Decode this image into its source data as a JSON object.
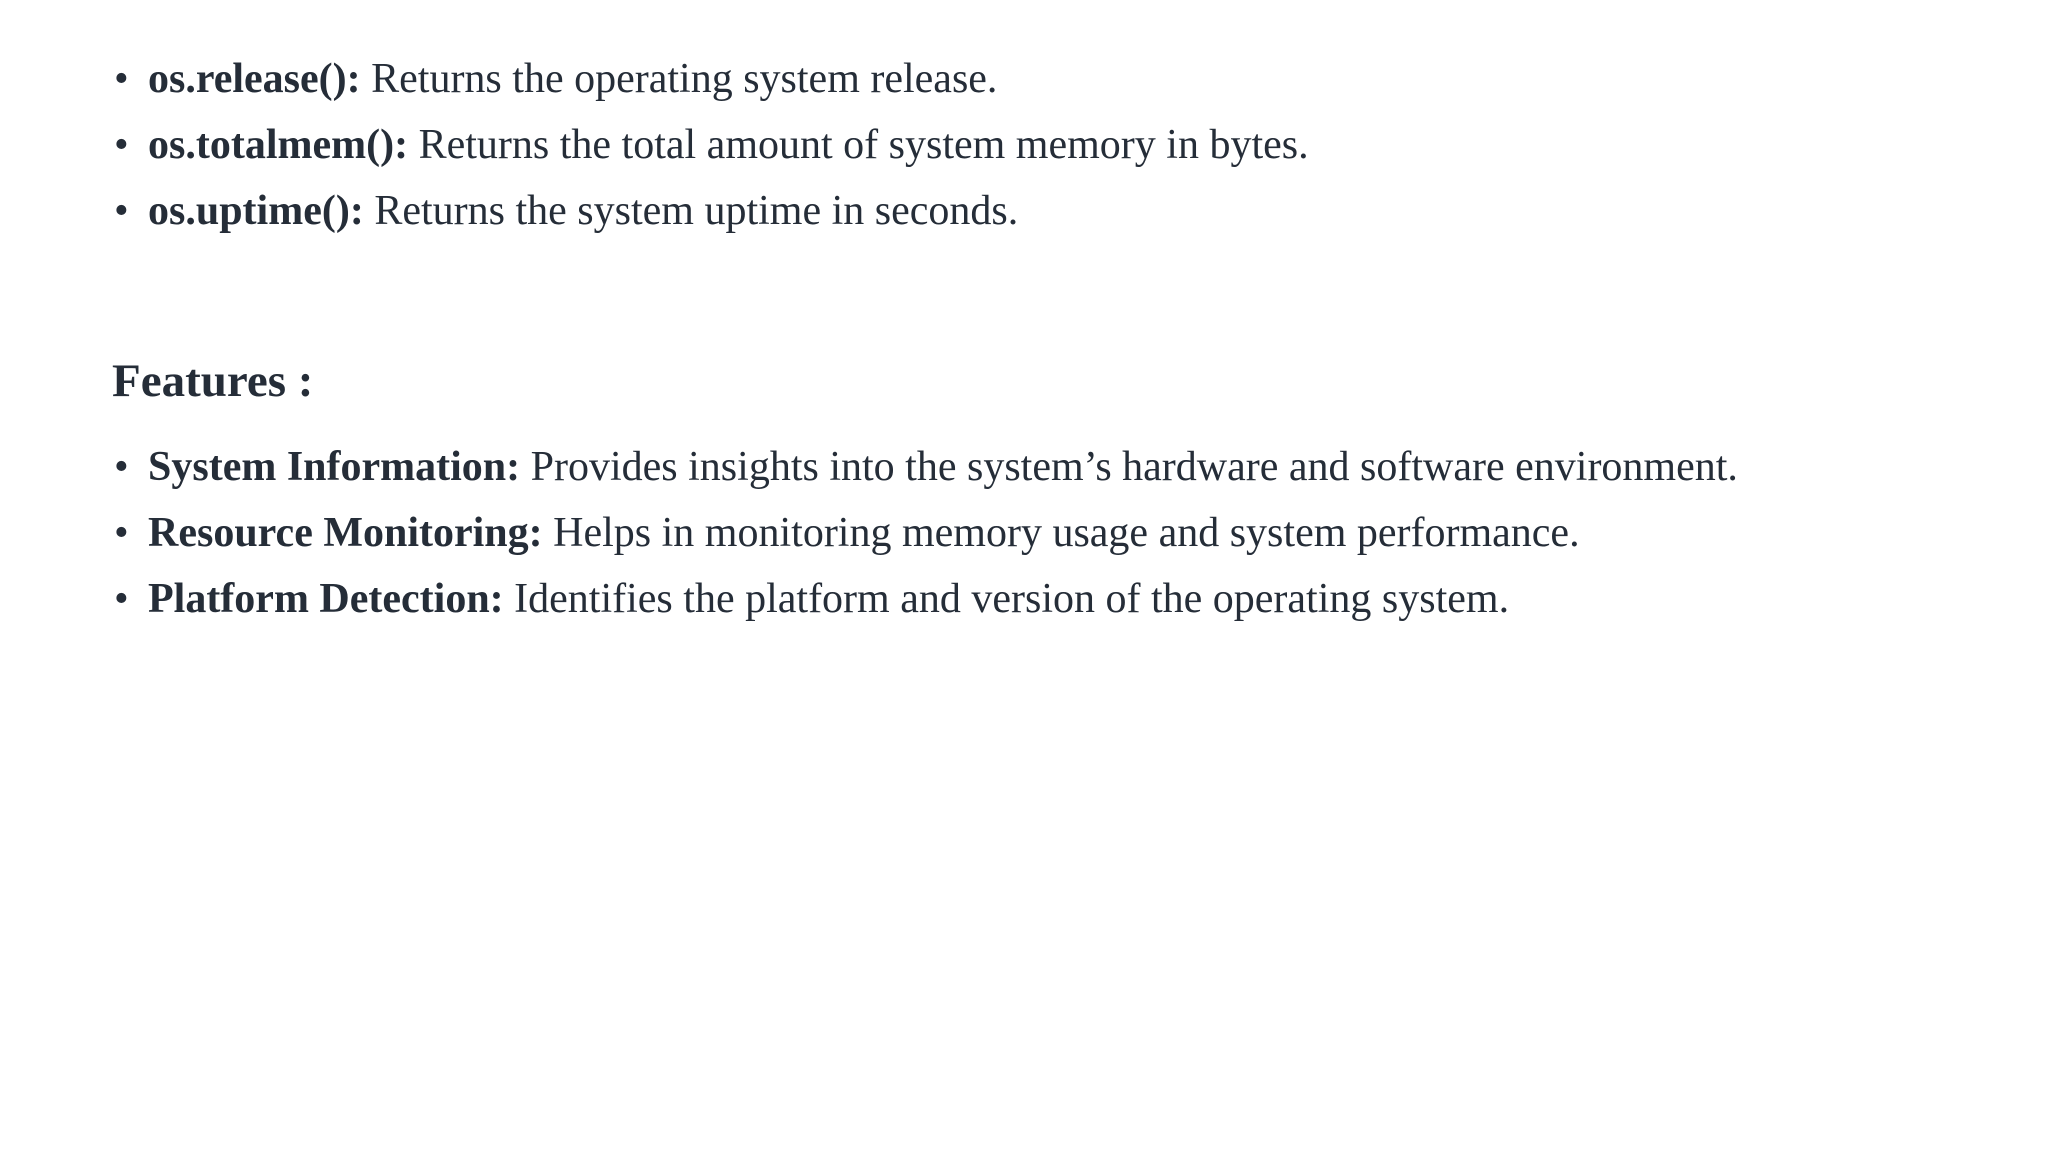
{
  "page": {
    "background_color": "#ffffff",
    "text_color": "#252d38",
    "bullet_glyph": "•"
  },
  "api_section": {
    "items": [
      {
        "term": "os.release():",
        "description": " Returns the operating system release."
      },
      {
        "term": "os.totalmem():",
        "description": " Returns the total amount of system memory in bytes."
      },
      {
        "term": "os.uptime():",
        "description": " Returns the system uptime in seconds."
      }
    ]
  },
  "features_section": {
    "heading": "Features :",
    "items": [
      {
        "term": "System Information:",
        "description": " Provides insights into the system’s hardware and software environment."
      },
      {
        "term": "Resource Monitoring:",
        "description": " Helps in monitoring memory usage and system performance."
      },
      {
        "term": "Platform Detection:",
        "description": " Identifies the platform and version of the operating system."
      }
    ]
  }
}
